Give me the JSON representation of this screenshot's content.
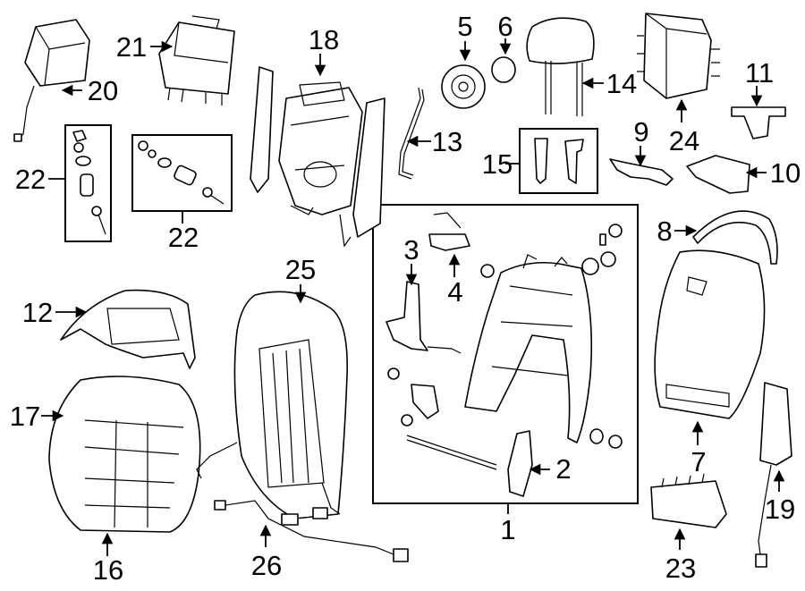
{
  "callouts": {
    "c1": "1",
    "c2": "2",
    "c3": "3",
    "c4": "4",
    "c5": "5",
    "c6": "6",
    "c7": "7",
    "c8": "8",
    "c9": "9",
    "c10": "10",
    "c11": "11",
    "c12": "12",
    "c13": "13",
    "c14": "14",
    "c15": "15",
    "c16": "16",
    "c17": "17",
    "c18": "18",
    "c19": "19",
    "c20": "20",
    "c21": "21",
    "c22a": "22",
    "c22b": "22",
    "c23": "23",
    "c24": "24",
    "c25": "25",
    "c26": "26"
  }
}
